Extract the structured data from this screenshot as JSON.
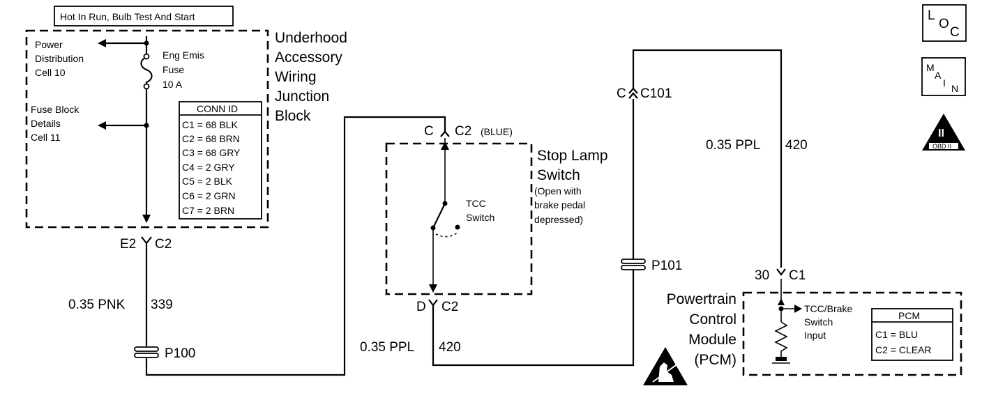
{
  "header": {
    "hot_label": "Hot In Run, Bulb Test And Start"
  },
  "junction_block": {
    "title_lines": [
      "Underhood",
      "Accessory",
      "Wiring",
      "Junction",
      "Block"
    ],
    "power_dist": [
      "Power",
      "Distribution",
      "Cell 10"
    ],
    "fuse_block": [
      "Fuse Block",
      "Details",
      "Cell 11"
    ],
    "fuse": [
      "Eng Emis",
      "Fuse",
      "10   A"
    ],
    "conn_id_title": "CONN ID",
    "conn_rows": [
      "C1  =  68 BLK",
      "C2  =  68 BRN",
      "C3  =  68 GRY",
      "C4  =    2 GRY",
      "C5  =  2 BLK",
      "C6  =  2 GRN",
      "C7  =  2 BRN"
    ]
  },
  "connectors": {
    "e2_left": "E2",
    "e2_right": "C2",
    "stop_top_left": "C",
    "stop_top_right": "C2",
    "stop_top_color": "(BLUE)",
    "stop_bottom_left": "D",
    "stop_bottom_right": "C2",
    "c101_left": "C",
    "c101_right": "C101",
    "pcm_left": "30",
    "pcm_right": "C1"
  },
  "wires": {
    "pnk": {
      "size": "0.35 PNK",
      "circuit": "339"
    },
    "ppl_left": {
      "size": "0.35 PPL",
      "circuit": "420"
    },
    "ppl_right": {
      "size": "0.35 PPL",
      "circuit": "420"
    }
  },
  "passthroughs": {
    "p100": "P100",
    "p101": "P101"
  },
  "stop_lamp": {
    "title_lines": [
      "Stop Lamp",
      "Switch"
    ],
    "note_lines": [
      "(Open with",
      "brake pedal",
      "depressed)"
    ],
    "tcc_lines": [
      "TCC",
      "Switch"
    ]
  },
  "pcm": {
    "title_lines": [
      "Powertrain",
      "Control",
      "Module",
      "(PCM)"
    ],
    "input_lines": [
      "TCC/Brake",
      "Switch",
      "Input"
    ],
    "table_title": "PCM",
    "table_rows": [
      "C1  =  BLU",
      "C2  =  CLEAR"
    ]
  },
  "nav_icons": {
    "loc": [
      "L",
      "O",
      "C"
    ],
    "main": [
      "M",
      "A",
      "I",
      "N"
    ],
    "obd": {
      "numeral": "II",
      "label": "OBD II"
    }
  }
}
